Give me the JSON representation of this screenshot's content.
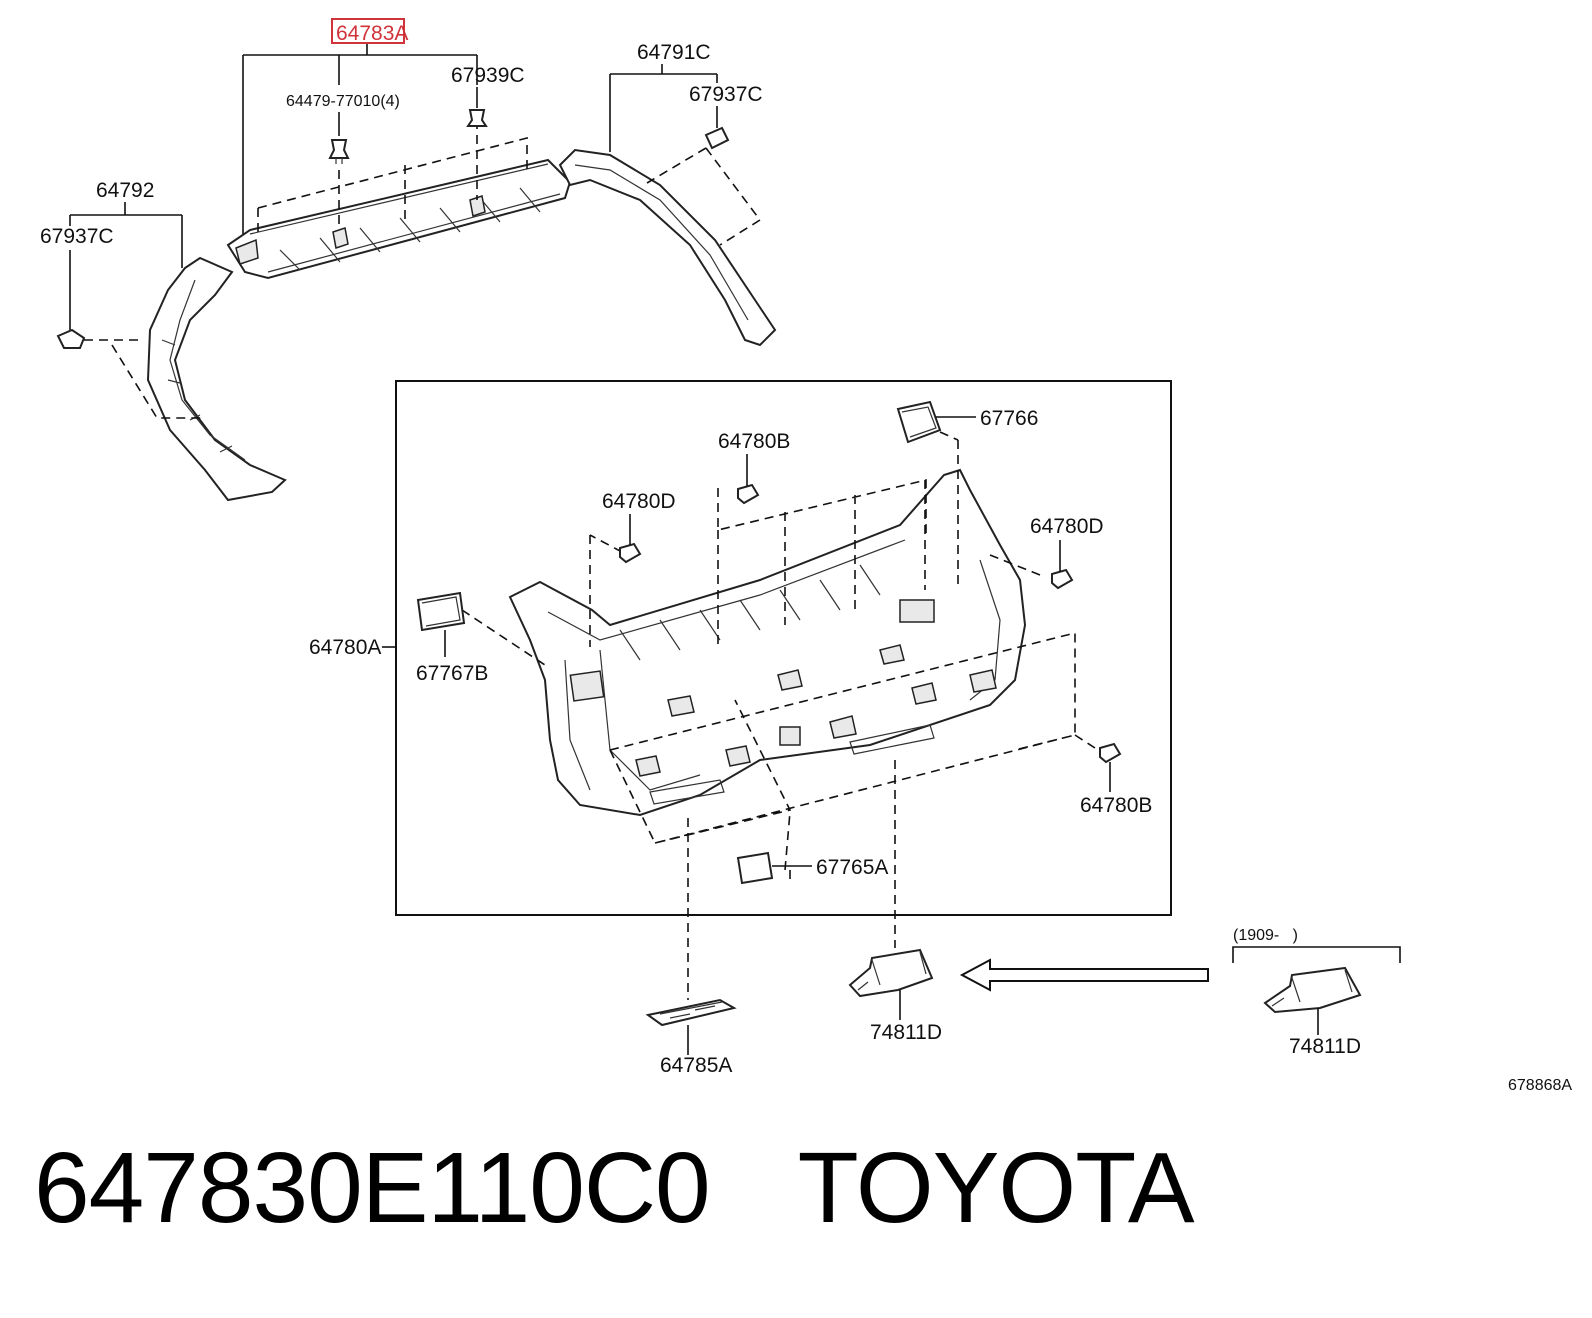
{
  "highlight_color": "#d0343a",
  "callouts": {
    "p64783A": "64783A",
    "p64479": "64479-77010(4)",
    "p67939C": "67939C",
    "p64791C": "64791C",
    "p67937C_right": "67937C",
    "p64792": "64792",
    "p67937C_left": "67937C",
    "p67766": "67766",
    "p64780B_top": "64780B",
    "p64780D_left": "64780D",
    "p64780D_right": "64780D",
    "p64780A": "64780A",
    "p67767B": "67767B",
    "p64780B_right": "64780B",
    "p67765A": "67765A",
    "p74811D_center": "74811D",
    "p74811D_right": "74811D",
    "p64785A": "64785A",
    "date_range": "(1909-   )",
    "illustration_id": "678868A"
  },
  "footer": {
    "part_number": "647830E110C0",
    "brand": "TOYOTA"
  }
}
